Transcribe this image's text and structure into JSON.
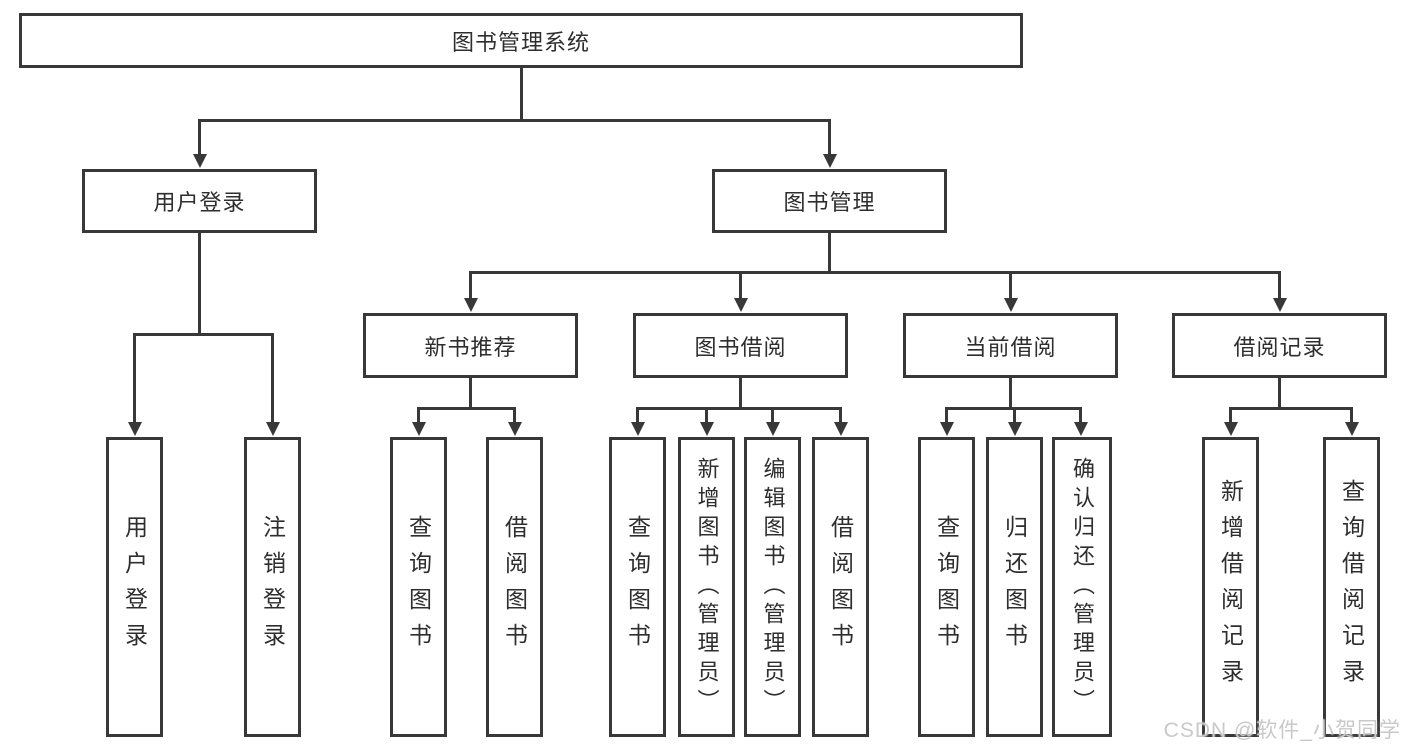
{
  "nodes": {
    "root": "图书管理系统",
    "user_login": "用户登录",
    "book_management": "图书管理",
    "new_book_recommend": "新书推荐",
    "book_borrowing": "图书借阅",
    "current_borrowing": "当前借阅",
    "borrowing_records": "借阅记录"
  },
  "leaves": {
    "user_login": [
      "用户登录",
      "注销登录"
    ],
    "new_book_recommend": [
      "查询图书",
      "借阅图书"
    ],
    "book_borrowing": [
      "查询图书",
      "新增图书（管理员）",
      "编辑图书（管理员）",
      "借阅图书"
    ],
    "current_borrowing": [
      "查询图书",
      "归还图书",
      "确认归还（管理员）"
    ],
    "borrowing_records": [
      "新增借阅记录",
      "查询借阅记录"
    ]
  },
  "watermark": "CSDN @软件_小贺同学",
  "colors": {
    "line": "#383838",
    "text": "#2e2e2e",
    "watermark": "#c9c9c9"
  }
}
